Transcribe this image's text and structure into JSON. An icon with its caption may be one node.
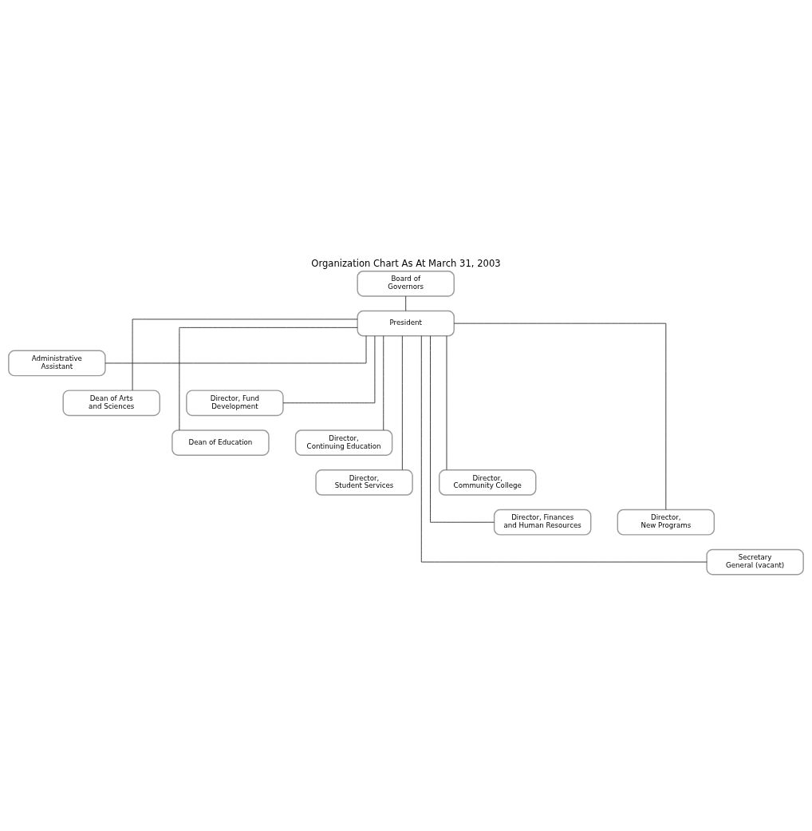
{
  "diagram": {
    "title": "Organization Chart As At March 31, 2003",
    "nodes": [
      {
        "text": [
          "Board of Governors"
        ]
      },
      {
        "text": [
          "President"
        ]
      },
      {
        "text": [
          "Administrative Assistant"
        ]
      },
      {
        "text": [
          "Dean of Arts and Sciences"
        ]
      },
      {
        "text": [
          "Director, Fund Development"
        ]
      },
      {
        "text": [
          "Dean of Education"
        ]
      },
      {
        "text": [
          "Director, Continuing Education"
        ]
      },
      {
        "text": [
          "Director, Student Services"
        ]
      },
      {
        "text": [
          "Director, Community College"
        ]
      },
      {
        "text": [
          "Director, Finances and Human Resources"
        ]
      },
      {
        "text": [
          "Director, New Programs"
        ]
      },
      {
        "text": [
          "Secretary General (vacant)"
        ]
      }
    ],
    "edges": [
      {
        "from": 0,
        "to": 1,
        "arrow": "none"
      },
      {
        "from": 1,
        "to": 2,
        "arrow": "none"
      },
      {
        "from": 1,
        "to": 3,
        "arrow": "none"
      },
      {
        "from": 1,
        "to": 4,
        "arrow": "none"
      },
      {
        "from": 1,
        "to": 5,
        "arrow": "none"
      },
      {
        "from": 1,
        "to": 6,
        "arrow": "none"
      },
      {
        "from": 1,
        "to": 7,
        "arrow": "none"
      },
      {
        "from": 1,
        "to": 8,
        "arrow": "none"
      },
      {
        "from": 1,
        "to": 9,
        "arrow": "none"
      },
      {
        "from": 1,
        "to": 10,
        "arrow": "none"
      },
      {
        "from": 1,
        "to": 11,
        "arrow": "none"
      }
    ]
  }
}
